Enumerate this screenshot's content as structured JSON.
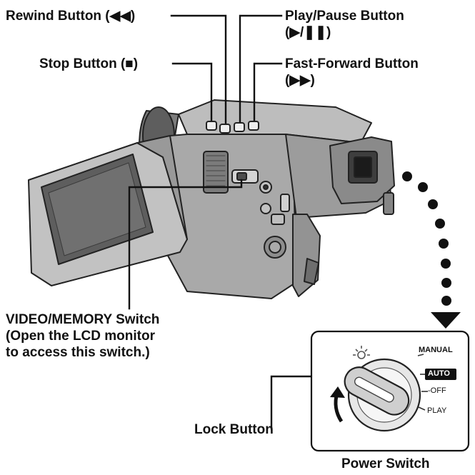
{
  "labels": {
    "rewind": "Rewind Button (◀◀)",
    "stop": "Stop Button (■)",
    "play_pause_line1": "Play/Pause Button",
    "play_pause_line2": "(▶/❚❚)",
    "fast_forward_line1": "Fast-Forward Button",
    "fast_forward_line2": "(▶▶)",
    "video_memory_line1": "VIDEO/MEMORY Switch",
    "video_memory_line2": "(Open the LCD monitor",
    "video_memory_line3": "to access this switch.)",
    "lock_button": "Lock Button",
    "power_switch": "Power Switch"
  },
  "dial": {
    "manual": "MANUAL",
    "auto": "AUTO",
    "off": "-OFF",
    "play": "PLAY"
  }
}
